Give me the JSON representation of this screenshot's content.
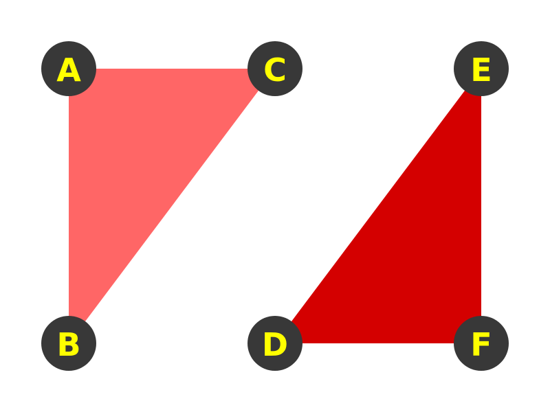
{
  "colors": {
    "background": "#ffffff",
    "node_fill": "#383838",
    "label_color": "#ffff00"
  },
  "triangles": [
    {
      "name": "triangle-abc",
      "vertices": [
        "A",
        "B",
        "C"
      ],
      "color": "#ff6666"
    },
    {
      "name": "triangle-def",
      "vertices": [
        "D",
        "E",
        "F"
      ],
      "color": "#d40000"
    }
  ],
  "vertices": [
    {
      "id": "A",
      "label": "A"
    },
    {
      "id": "B",
      "label": "B"
    },
    {
      "id": "C",
      "label": "C"
    },
    {
      "id": "D",
      "label": "D"
    },
    {
      "id": "E",
      "label": "E"
    },
    {
      "id": "F",
      "label": "F"
    }
  ]
}
